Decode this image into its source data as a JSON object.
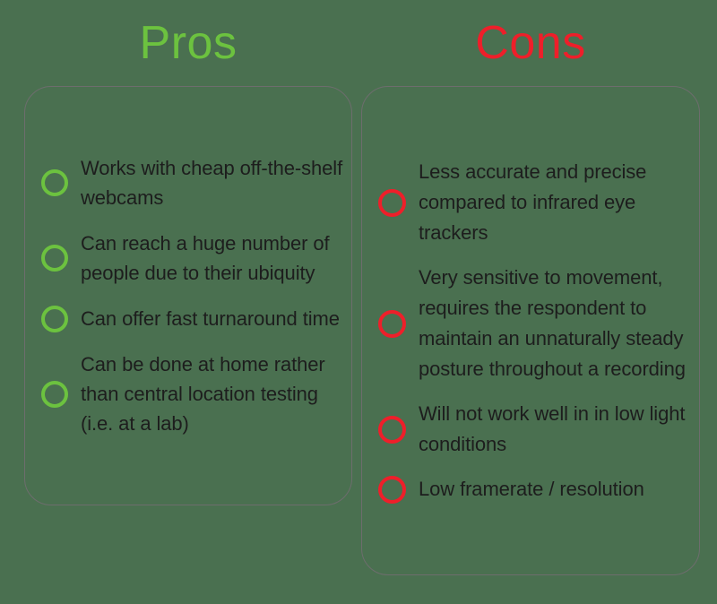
{
  "columns": [
    {
      "id": "pros",
      "title": "Pros",
      "accent_color": "#6cc23f",
      "bullet_icon": "circle-outline-icon",
      "items": [
        {
          "text": "Works with cheap off-the-shelf webcams"
        },
        {
          "text": "Can reach a huge number of people due to their ubiquity"
        },
        {
          "text": "Can offer fast turnaround time"
        },
        {
          "text": "Can be done at home rather than central location testing (i.e. at a lab)"
        }
      ]
    },
    {
      "id": "cons",
      "title": "Cons",
      "accent_color": "#ee1f2a",
      "bullet_icon": "circle-outline-icon",
      "items": [
        {
          "text": "Less accurate and precise compared to infrared eye trackers"
        },
        {
          "text": "Very sensitive to movement, requires the respondent to maintain an unnaturally steady posture throughout a recording"
        },
        {
          "text": "Will not work well in in low light conditions"
        },
        {
          "text": "Low framerate / resolution"
        }
      ]
    }
  ],
  "theme": {
    "background_color": "#4a7050",
    "card_border_color": "#6d6d6d",
    "text_color": "#1d1d1d"
  }
}
